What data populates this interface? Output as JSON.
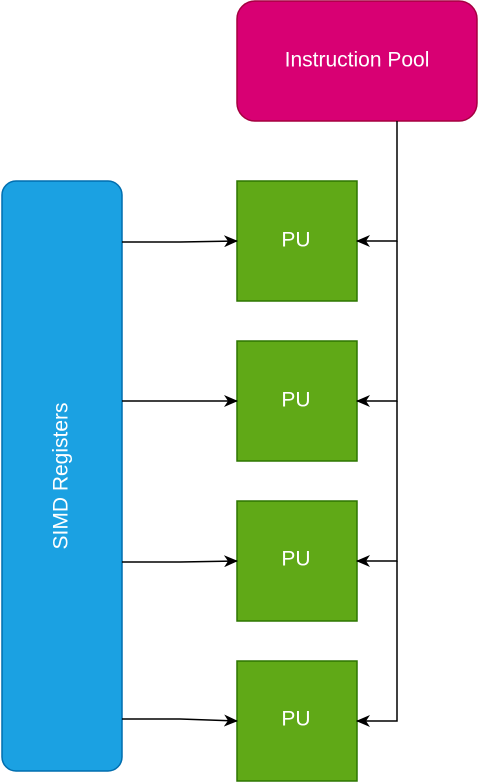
{
  "diagram": {
    "instruction_pool": {
      "label": "Instruction Pool",
      "fill": "#d80073",
      "stroke": "#a50040"
    },
    "simd_registers": {
      "label": "SIMD Registers",
      "fill": "#1ba1e2",
      "stroke": "#006eaf"
    },
    "processing_units": [
      {
        "label": "PU"
      },
      {
        "label": "PU"
      },
      {
        "label": "PU"
      },
      {
        "label": "PU"
      }
    ],
    "pu_style": {
      "fill": "#60a917",
      "stroke": "#2d7600"
    },
    "edge_color": "#000000"
  }
}
